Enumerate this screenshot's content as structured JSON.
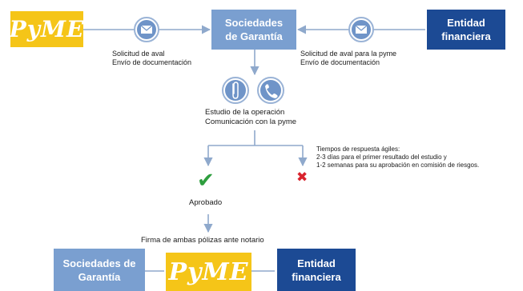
{
  "nodes": {
    "pyme_top": "PyME",
    "sgr_top": "Sociedades de Garantía",
    "entidad_top": "Entidad financiera",
    "sgr_bottom": "Sociedades de Garantía",
    "pyme_bottom": "PyME",
    "entidad_bottom": "Entidad financiera"
  },
  "labels": {
    "left_line1": "Solicitud de aval",
    "left_line2": "Envío de documentación",
    "right_line1": "Solicitud de aval para la pyme",
    "right_line2": "Envío de documentación",
    "study_line1": "Estudio de la operación",
    "study_line2": "Comunicación con la pyme",
    "times_title": "Tiempos de respuesta ágiles:",
    "times_line1": "2-3 días para el primer resultado del estudio y",
    "times_line2": "1-2 semanas para su aprobación en comisión de riesgos.",
    "approved": "Aprobado",
    "signature": "Firma de ambas pólizas ante notario"
  },
  "marks": {
    "approved_icon": "✔",
    "rejected_icon": "✖"
  },
  "icons": [
    "envelope-icon",
    "paperclip-icon",
    "phone-icon"
  ],
  "colors": {
    "pyme": "#f5c518",
    "sgr": "#7a9fd0",
    "entidad": "#1c4a94",
    "arrow": "#8fa9cc",
    "check": "#2e9e3e",
    "cross": "#d9232d"
  }
}
